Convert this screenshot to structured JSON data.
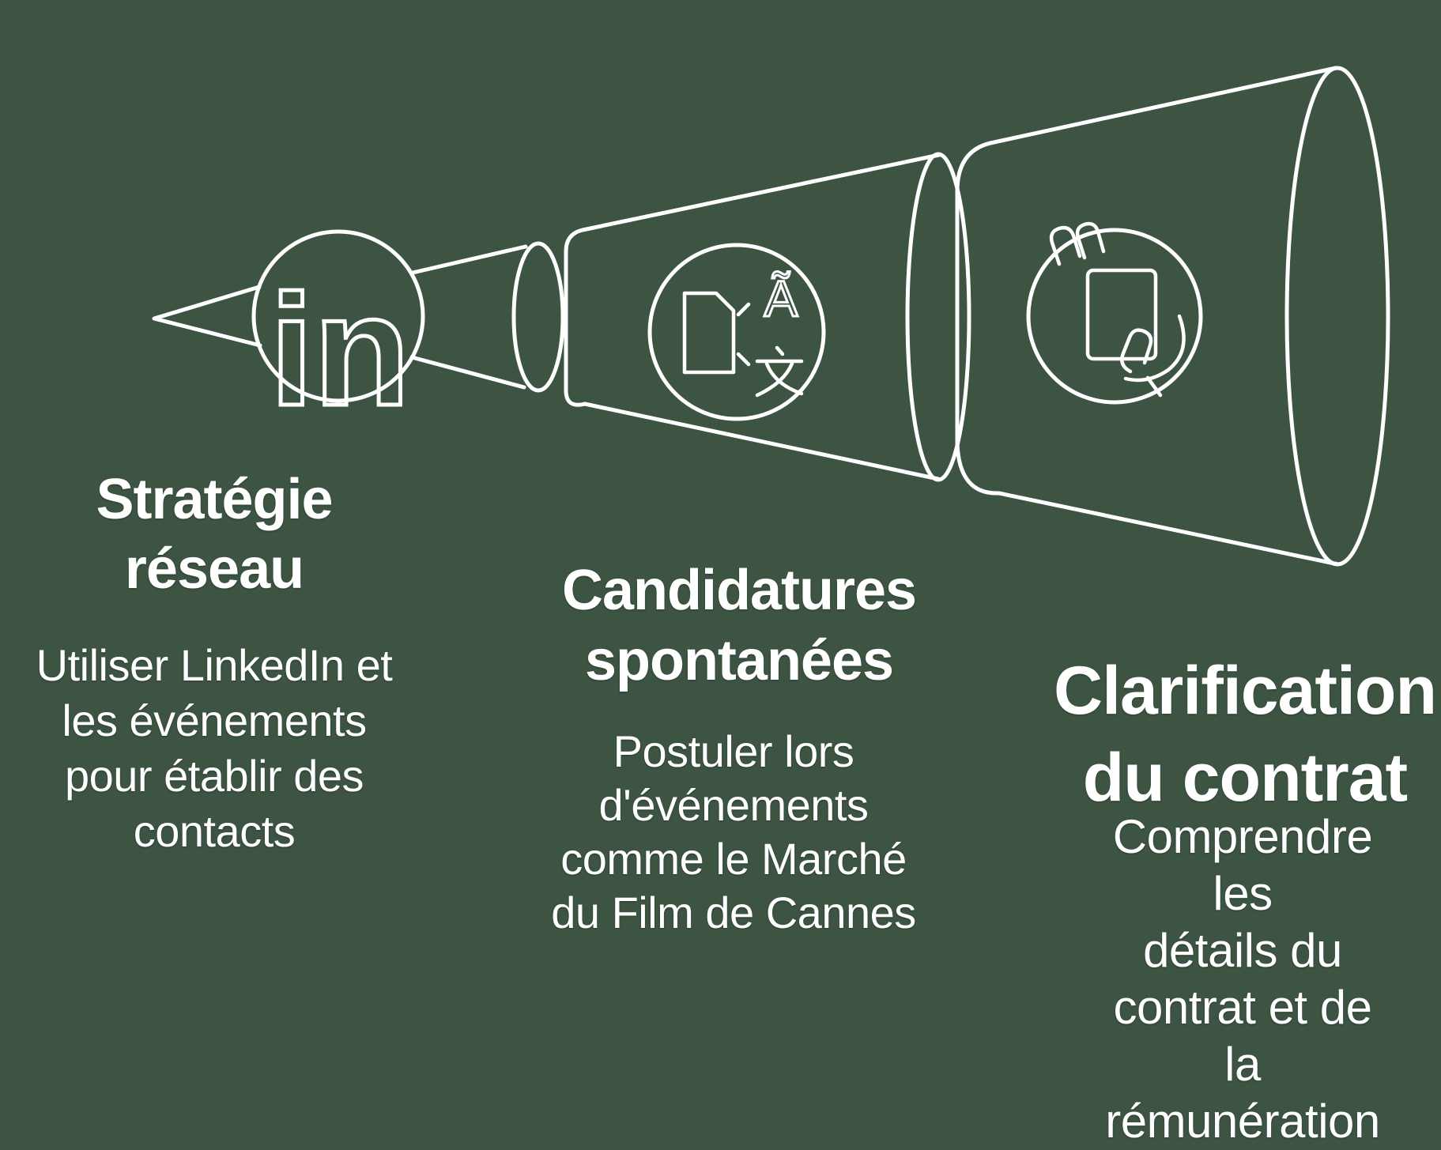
{
  "canvas": {
    "background_color": "#3d5443",
    "line_color": "#ffffff"
  },
  "diagram_type": "funnel-megaphone, 3 telescoping stages pointing left",
  "stages": [
    {
      "id": "network",
      "icon": "linkedin-icon",
      "icon_text": "in",
      "title": "Stratégie\nréseau",
      "description": "Utiliser LinkedIn et\nles événements\npour établir des\ncontacts"
    },
    {
      "id": "spontaneous-applications",
      "icon": "translation-document-icon",
      "icon_letter": "Ã",
      "title": "Candidatures\nspontanées",
      "description": "Postuler lors\nd'événements\ncomme le Marché\ndu Film de Cannes"
    },
    {
      "id": "contract-clarification",
      "icon": "hand-holding-contract-icon",
      "title": "Clarification\ndu contrat",
      "description": "Comprendre les\ndétails du\ncontrat et de la\nrémunération"
    }
  ]
}
